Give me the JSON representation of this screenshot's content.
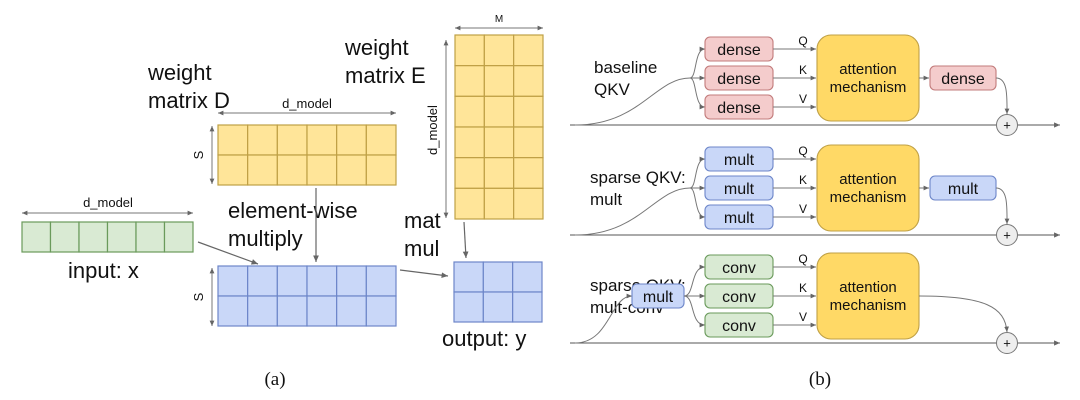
{
  "panel_a": {
    "weight_d_line1": "weight",
    "weight_d_line2": "matrix D",
    "weight_e_line1": "weight",
    "weight_e_line2": "matrix E",
    "d_model_top": "d_model",
    "d_model_input": "d_model",
    "d_model_vertical": "d_model",
    "s_top": "S",
    "s_bottom": "S",
    "m_label": "M",
    "elementwise_line1": "element-wise",
    "elementwise_line2": "multiply",
    "matmul_line1": "mat",
    "matmul_line2": "mul",
    "input_label": "input: x",
    "output_label": "output: y",
    "caption": "(a)"
  },
  "panel_b": {
    "caption": "(b)",
    "rows": [
      {
        "title_line1": "baseline",
        "title_line2": "QKV",
        "proj": [
          "dense",
          "dense",
          "dense"
        ],
        "qkv": [
          "Q",
          "K",
          "V"
        ],
        "attention_line1": "attention",
        "attention_line2": "mechanism",
        "out_block": "dense",
        "plus": "+"
      },
      {
        "title_line1": "sparse QKV:",
        "title_line2": "mult",
        "proj": [
          "mult",
          "mult",
          "mult"
        ],
        "qkv": [
          "Q",
          "K",
          "V"
        ],
        "attention_line1": "attention",
        "attention_line2": "mechanism",
        "out_block": "mult",
        "plus": "+"
      },
      {
        "title_line1": "sparse QKV:",
        "title_line2": "mult-conv",
        "pre_block": "mult",
        "proj": [
          "conv",
          "conv",
          "conv"
        ],
        "qkv": [
          "Q",
          "K",
          "V"
        ],
        "attention_line1": "attention",
        "attention_line2": "mechanism",
        "plus": "+"
      }
    ]
  },
  "colors": {
    "yellow_fill": "#ffe599",
    "yellow_stroke": "#bfa045",
    "green_fill": "#d9ead3",
    "green_stroke": "#6a9a5b",
    "blue_fill": "#c9d7f8",
    "blue_stroke": "#6d86c9",
    "red_fill": "#f4cccc",
    "red_stroke": "#c27b7b",
    "attention_fill": "#ffd966"
  }
}
